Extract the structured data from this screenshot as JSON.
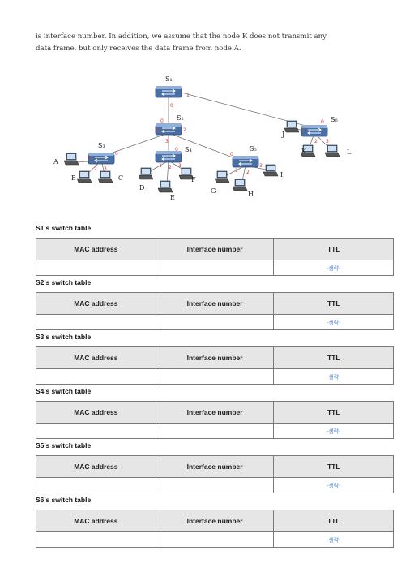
{
  "intro": {
    "line1": "is interface number. In addition, we assume that the node K does not transmit any",
    "line2": "data frame, but only receives the data frame from node A."
  },
  "diagram": {
    "switches": [
      "S₁",
      "S₂",
      "S₃",
      "S₄",
      "S₅",
      "S₆"
    ],
    "hosts": [
      "A",
      "B",
      "C",
      "D",
      "E",
      "F",
      "G",
      "H",
      "I",
      "J",
      "K",
      "L"
    ],
    "ports": [
      "0",
      "1",
      "0",
      "1",
      "2",
      "3",
      "0",
      "1",
      "2",
      "3",
      "0",
      "1",
      "2",
      "3",
      "0",
      "1",
      "2",
      "3",
      "0",
      "1",
      "2",
      "3"
    ]
  },
  "table_header": {
    "mac": "MAC address",
    "iface": "Interface number",
    "ttl": "TTL"
  },
  "omit_text": "-생략-",
  "tables": [
    {
      "title": "S1’s switch table"
    },
    {
      "title": "S2’s switch table"
    },
    {
      "title": "S3’s switch table"
    },
    {
      "title": "S4’s switch table"
    },
    {
      "title": "S5’s switch table"
    },
    {
      "title": "S6’s switch table"
    }
  ]
}
